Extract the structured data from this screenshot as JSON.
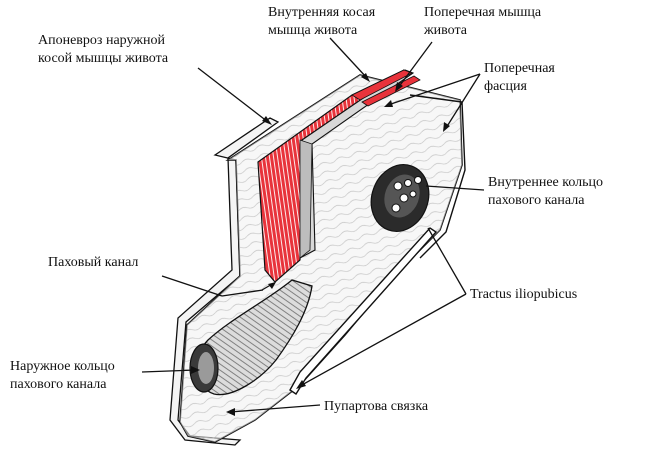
{
  "labels": {
    "aponeurosis": [
      "Апоневроз наружной",
      "косой мышцы живота"
    ],
    "internal_oblique": [
      "Внутренняя косая",
      "мышца живота"
    ],
    "transverse_muscle": [
      "Поперечная мышца",
      "живота"
    ],
    "transverse_fascia": [
      "Поперечная",
      "фасция"
    ],
    "inner_ring": [
      "Внутреннее кольцо",
      "пахового канала"
    ],
    "inguinal_canal": [
      "Паховый канал"
    ],
    "tractus": [
      "Tractus iliopubicus"
    ],
    "outer_ring": [
      "Наружное кольцо",
      "пахового канала"
    ],
    "poupart": [
      "Пупартова связка"
    ]
  },
  "colors": {
    "muscle_red": "#e8333b",
    "outline": "#111111",
    "fiber_gray": "#8a8a8a",
    "sheet_light": "#eeeeee"
  }
}
